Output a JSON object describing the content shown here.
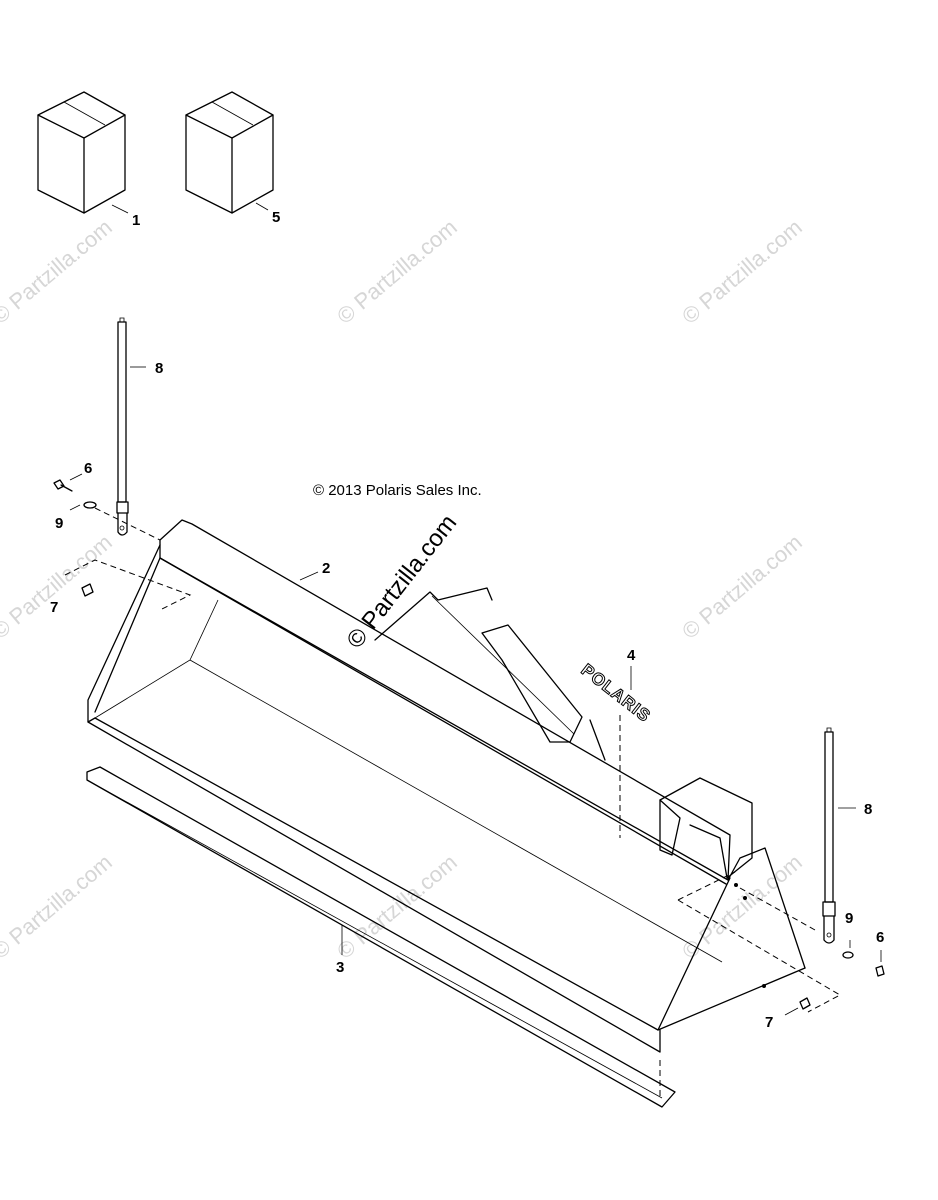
{
  "copyright": "© 2013 Polaris Sales Inc.",
  "brand_watermark": "© Partzilla.com",
  "watermark_text": "© Partzilla.com",
  "decal_text": "POLARIS",
  "callouts": {
    "box_a": "1",
    "box_b": "5",
    "rod_left": "8",
    "rod_right": "8",
    "bolt_left": "6",
    "bolt_right": "6",
    "washer_left": "9",
    "washer_right": "9",
    "nut_left": "7",
    "nut_right": "7",
    "bucket": "2",
    "cutting_edge": "3",
    "decal": "4"
  },
  "colors": {
    "line": "#000000",
    "watermark": "#d6d6d6",
    "background": "#ffffff"
  }
}
